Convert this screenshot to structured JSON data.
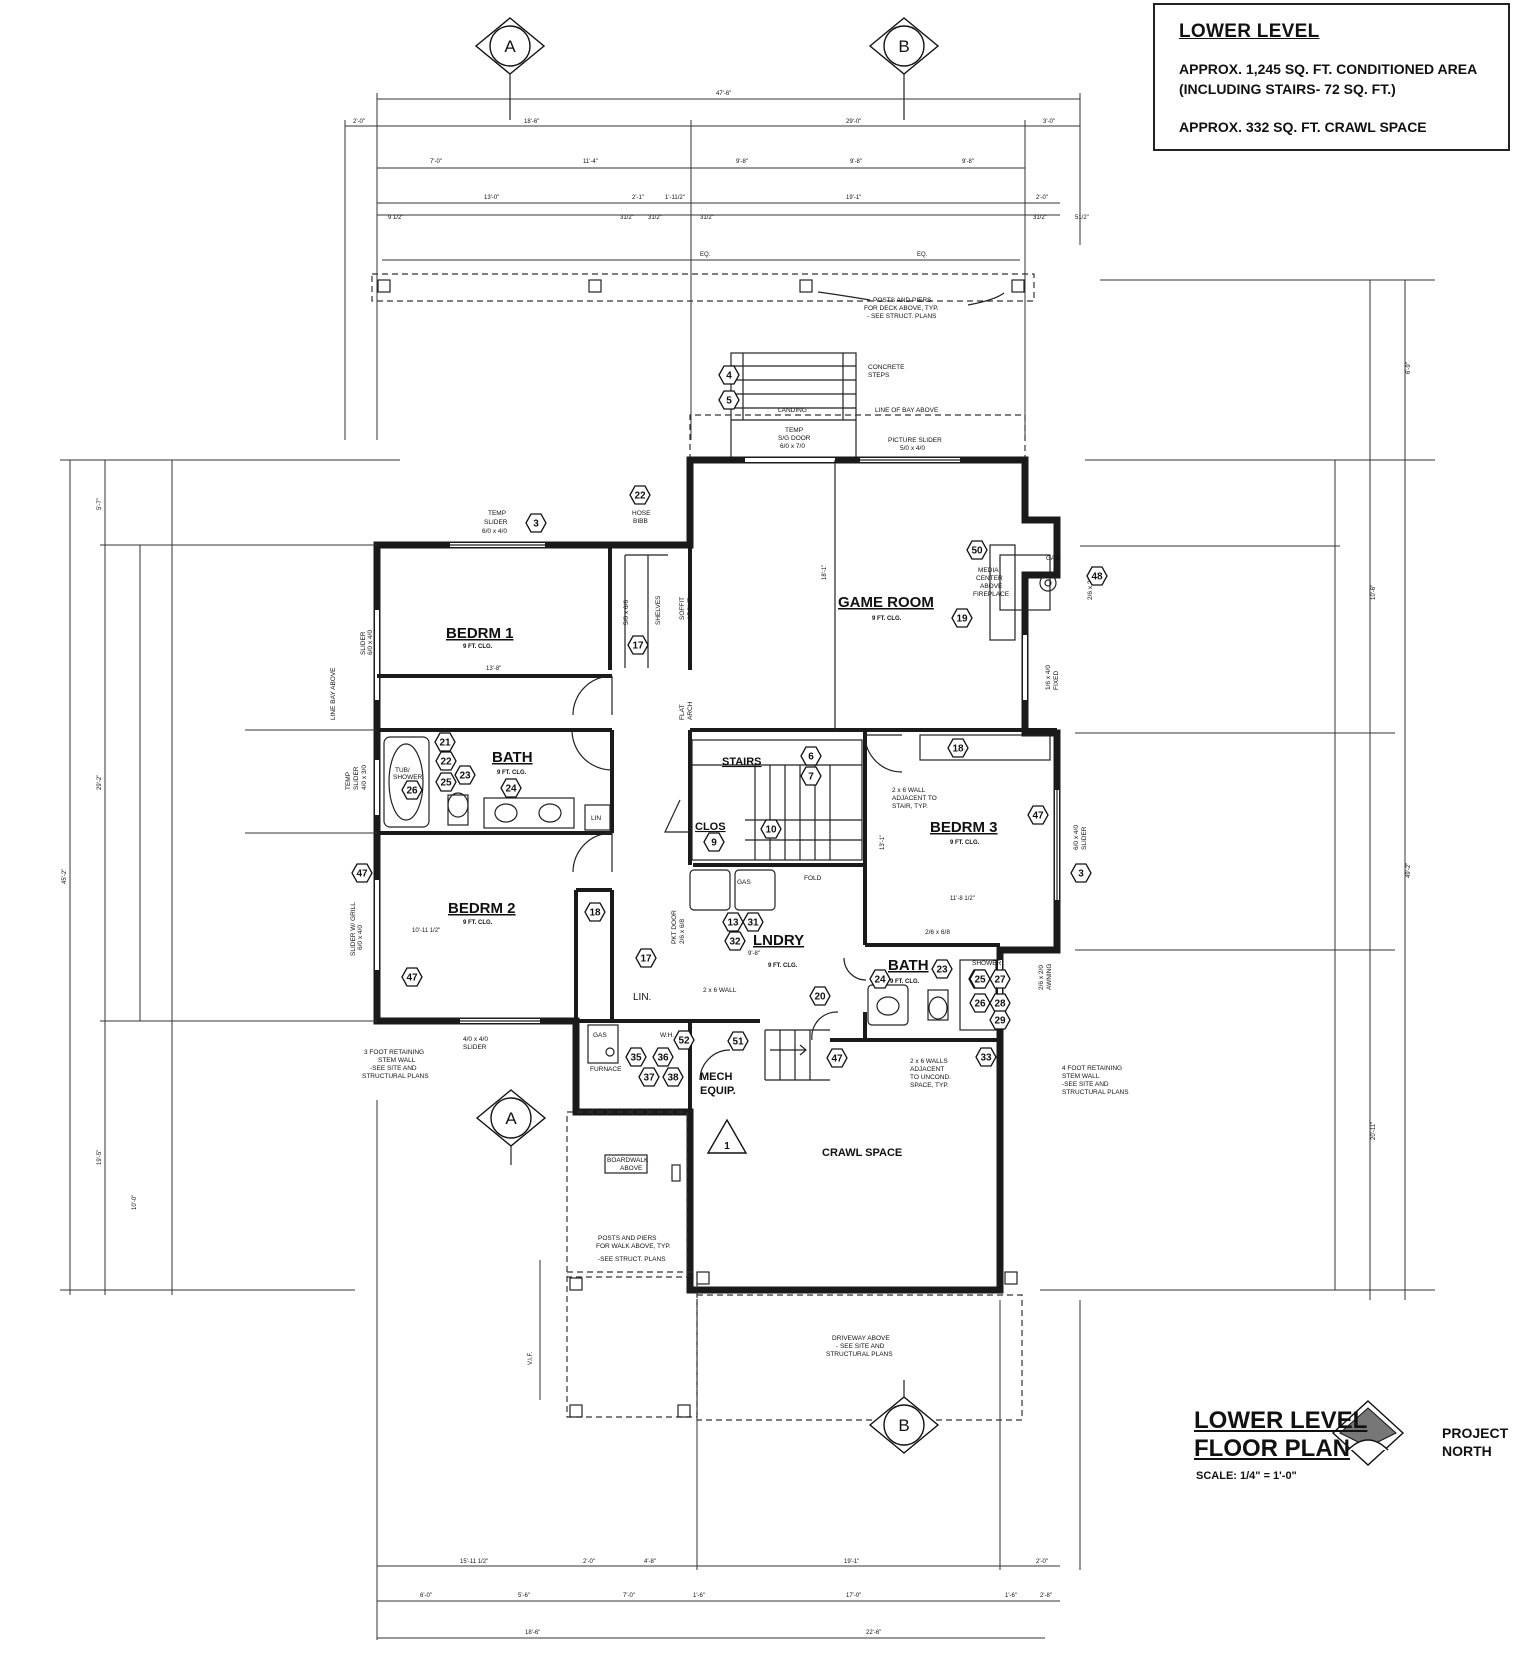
{
  "info": {
    "title": "LOWER LEVEL",
    "line1": "APPROX. 1,245 SQ. FT. CONDITIONED AREA",
    "line2": "(INCLUDING STAIRS- 72 SQ. FT.)",
    "line3": "APPROX. 332 SQ. FT. CRAWL SPACE"
  },
  "plan_title": {
    "line1": "LOWER LEVEL",
    "line2": "FLOOR PLAN",
    "scale": "SCALE: 1/4\" = 1'-0\""
  },
  "north": {
    "line1": "PROJECT",
    "line2": "NORTH"
  },
  "section_marks": {
    "a": "A",
    "b": "B"
  },
  "revision_mark": "1",
  "rooms": {
    "bedrm1": "BEDRM 1",
    "bedrm2": "BEDRM 2",
    "bedrm3": "BEDRM 3",
    "bath_upper": "BATH",
    "bath_lower": "BATH",
    "game_room": "GAME ROOM",
    "lndry": "LNDRY",
    "stairs": "STAIRS",
    "clos": "CLOS",
    "mech_line1": "MECH",
    "mech_line2": "EQUIP.",
    "crawl_space": "CRAWL SPACE",
    "lin": "LIN",
    "lin2": "LIN."
  },
  "ceiling": "9 FT. CLG.",
  "notes": {
    "concrete_steps": "CONCRETE",
    "concrete_steps2": "STEPS",
    "landing": "LANDING",
    "line_of_bay": "LINE OF BAY ABOVE",
    "posts_deck1": "POSTS AND PIERS",
    "posts_deck2": "FOR DECK ABOVE, TYP.",
    "posts_deck3": "- SEE STRUCT. PLANS",
    "temp_slider": "TEMP",
    "slider": "SLIDER",
    "slider_size": "6/0 x 4/0",
    "temp_sgdoor": "TEMP",
    "sgdoor": "S/G DOOR",
    "sgdoor_size": "6/0 x 7/0",
    "picture_slider": "PICTURE SLIDER",
    "picture_size": "5/0 x 4/0",
    "hose_bibb": "HOSE",
    "hose_bibb2": "BIBB",
    "media": "MEDIA",
    "media2": "CENTER",
    "media3": "ABOVE",
    "media4": "FIREPLACE",
    "gas": "GAS",
    "shelves": "SHELVES",
    "soffit": "SOFFIT",
    "soffit2": "ABOVE",
    "flat_arch": "FLAT",
    "flat_arch2": "ARCH",
    "wall_stair": "2 x 6 WALL",
    "wall_stair2": "ADJACENT TO",
    "wall_stair3": "STAIR, TYP.",
    "fold": "FOLD",
    "pkt_door": "PKT DOOR",
    "pkt_size": "2/6 x 6/8",
    "wall_2x6": "2 x 6 WALL",
    "wh": "W.H.",
    "furnace": "FURNACE",
    "retain3_1": "3 FOOT RETAINING",
    "retain3_2": "STEM WALL",
    "retain3_3": "-SEE SITE AND",
    "retain3_4": "STRUCTURAL PLANS",
    "retain4_1": "4 FOOT RETAINING",
    "retain4_2": "STEM WALL",
    "retain4_3": "-SEE SITE AND",
    "retain4_4": "STRUCTURAL PLANS",
    "walls_unc1": "2 x 6 WALLS",
    "walls_unc2": "ADJACENT",
    "walls_unc3": "TO UNCOND.",
    "walls_unc4": "SPACE, TYP.",
    "boardwalk": "BOARDWALK",
    "boardwalk2": "ABOVE",
    "posts_walk1": "POSTS AND PIERS",
    "posts_walk2": "FOR WALK ABOVE, TYP.",
    "posts_walk3": "-SEE STRUCT. PLANS",
    "driveway1": "DRIVEWAY ABOVE",
    "driveway2": "- SEE SITE AND",
    "driveway3": "STRUCTURAL PLANS",
    "line_bay_left": "LINE BAY ABOVE",
    "tub": "TUB/",
    "tub2": "SHOWER",
    "shower": "SHOWER",
    "slider_4_0": "4/0 x 4/0",
    "slider_lower": "SLIDER",
    "eq": "EQ.",
    "vif": "V.I.F.",
    "window_26": "2/6 x 6/8",
    "awning": "2/6 x 2/0",
    "awning2": "AWNING",
    "fixed": "1/6 x 4/0",
    "fixed2": "FIXED",
    "slider_r": "6/0 x 4/0",
    "slider_r2": "SLIDER",
    "slider_left": "SLIDER W/ GRILL",
    "slider_left2": "6/0 x 4/0",
    "temp_left": "TEMP",
    "temp_left2": "SLIDER",
    "temp_left3": "4/0 x 3/0",
    "shelf_size": "5/0 x 6/6"
  },
  "hex_tags": [
    "3",
    "4",
    "5",
    "22",
    "17",
    "21",
    "22",
    "23",
    "24",
    "25",
    "26",
    "6",
    "7",
    "9",
    "10",
    "18",
    "47",
    "3",
    "13",
    "31",
    "32",
    "17",
    "20",
    "35",
    "36",
    "37",
    "38",
    "52",
    "51",
    "47",
    "33",
    "21",
    "23",
    "24",
    "25",
    "26",
    "27",
    "28",
    "29",
    "48",
    "50",
    "19",
    "18",
    "47",
    "47"
  ],
  "dims_top": {
    "overall": "47'-6\"",
    "d1": "2'-0\"",
    "d2": "18'-6\"",
    "d3": "29'-0\"",
    "d4": "3'-0\"",
    "e1": "7'-0\"",
    "e2": "11'-4\"",
    "e3": "9'-8\"",
    "e4": "9'-8\"",
    "e5": "9'-8\"",
    "f1": "13'-0\"",
    "f2": "2'-1\"",
    "f3": "1'-11/2\"",
    "f4": "19'-1\"",
    "f5": "2'-0\"",
    "g1": "9 1/2\"",
    "g2": "31/2\"",
    "g3": "31/2\"",
    "g4": "31/2\"",
    "g5": "31/2\"",
    "g6": "51/2\""
  },
  "dims_bottom": {
    "a1": "15'-11 1/2\"",
    "a2": "2'-0\"",
    "a3": "4'-8\"",
    "a4": "19'-1\"",
    "a5": "2'-0\"",
    "b1": "6'-0\"",
    "b2": "5'-6\"",
    "b3": "7'-0\"",
    "b4": "1'-6\"",
    "b5": "17'-0\"",
    "b6": "1'-6\"",
    "b7": "2'-8\"",
    "c1": "18'-6\"",
    "c2": "22'-6\""
  },
  "dims_left": {
    "total": "45'-2\"",
    "l1": "5'-7\"",
    "l2": "29'-2\"",
    "l3": "10'-0\"",
    "l4": "19'-5\""
  },
  "dims_right": {
    "total": "49'-2\"",
    "r1": "6'-9\"",
    "r2": "10'-6\"",
    "r3": "20'-11\""
  },
  "room_dims": {
    "bed1": "13'-8\"",
    "bed2": "10'-11 1/2\"",
    "bed3": "11'-8 1/2\"",
    "game": "18'-1\"",
    "bed3v": "13'-1\"",
    "lndry": "9'-8\""
  },
  "colors": {
    "wall": "#1a1a1a",
    "line": "#333333",
    "paper": "#ffffff"
  }
}
